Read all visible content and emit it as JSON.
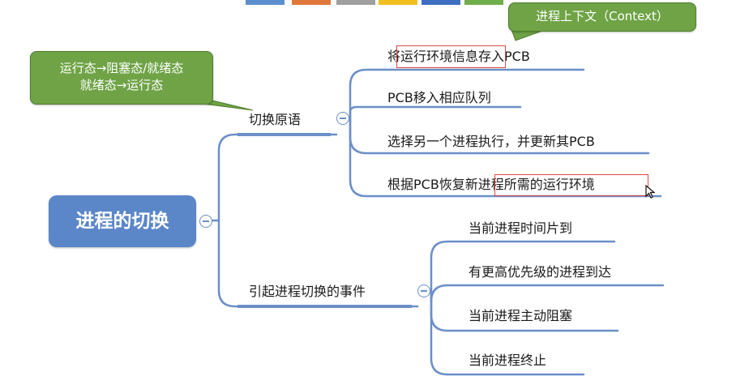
{
  "root": {
    "label": "进程的切换"
  },
  "branches": [
    {
      "label": "切换原语",
      "children": [
        {
          "label": "将运行环境信息存入PCB"
        },
        {
          "label": "PCB移入相应队列"
        },
        {
          "label": "选择另一个进程执行，并更新其PCB"
        },
        {
          "label": "根据PCB恢复新进程所需的运行环境"
        }
      ]
    },
    {
      "label": "引起进程切换的事件",
      "children": [
        {
          "label": "当前进程时间片到"
        },
        {
          "label": "有更高优先级的进程到达"
        },
        {
          "label": "当前进程主动阻塞"
        },
        {
          "label": "当前进程终止"
        }
      ]
    }
  ],
  "callouts": {
    "state_change": {
      "line1": "运行态→阻塞态/就绪态",
      "line2": "就绪态→运行态"
    },
    "context": {
      "text": "进程上下文（Context）"
    }
  },
  "colors": {
    "root_fill": "#5b87c9",
    "branch_line": "#6b8fc7",
    "callout_fill": "#6fa346",
    "highlight_box": "#e04848"
  }
}
